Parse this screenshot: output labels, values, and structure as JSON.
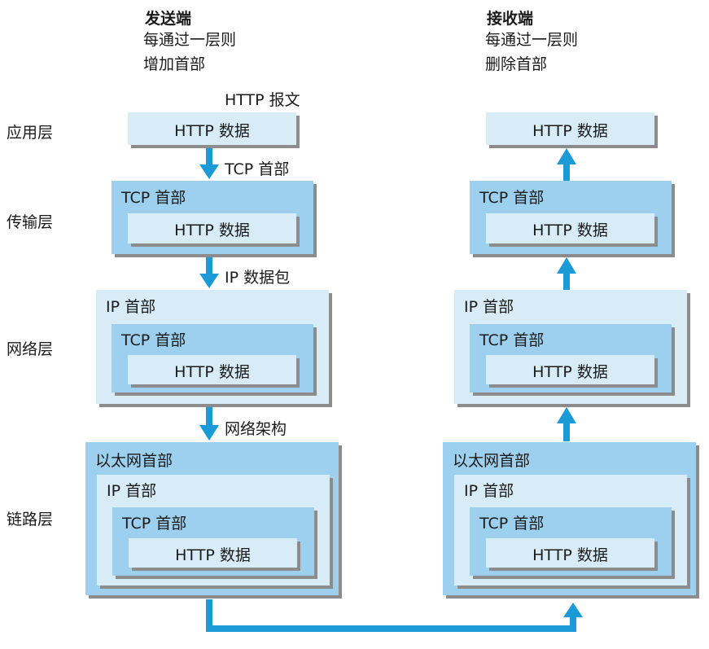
{
  "sender": {
    "title": "发送端",
    "desc1": "每通过一层则",
    "desc2": "增加首部"
  },
  "receiver": {
    "title": "接收端",
    "desc1": "每通过一层则",
    "desc2": "删除首部"
  },
  "layers": {
    "application": "应用层",
    "transport": "传输层",
    "network": "网络层",
    "link": "链路层"
  },
  "arrows": {
    "http_message": "HTTP 报文",
    "tcp_header": "TCP 首部",
    "ip_packet": "IP 数据包",
    "network_frame": "网络架构"
  },
  "headers": {
    "http_data": "HTTP 数据",
    "tcp": "TCP 首部",
    "ip": "IP 首部",
    "ethernet": "以太网首部"
  },
  "colors": {
    "arrow": "#1a9ad7",
    "light_box": "#d7ecf7",
    "mid_box": "#9dd0ee"
  }
}
